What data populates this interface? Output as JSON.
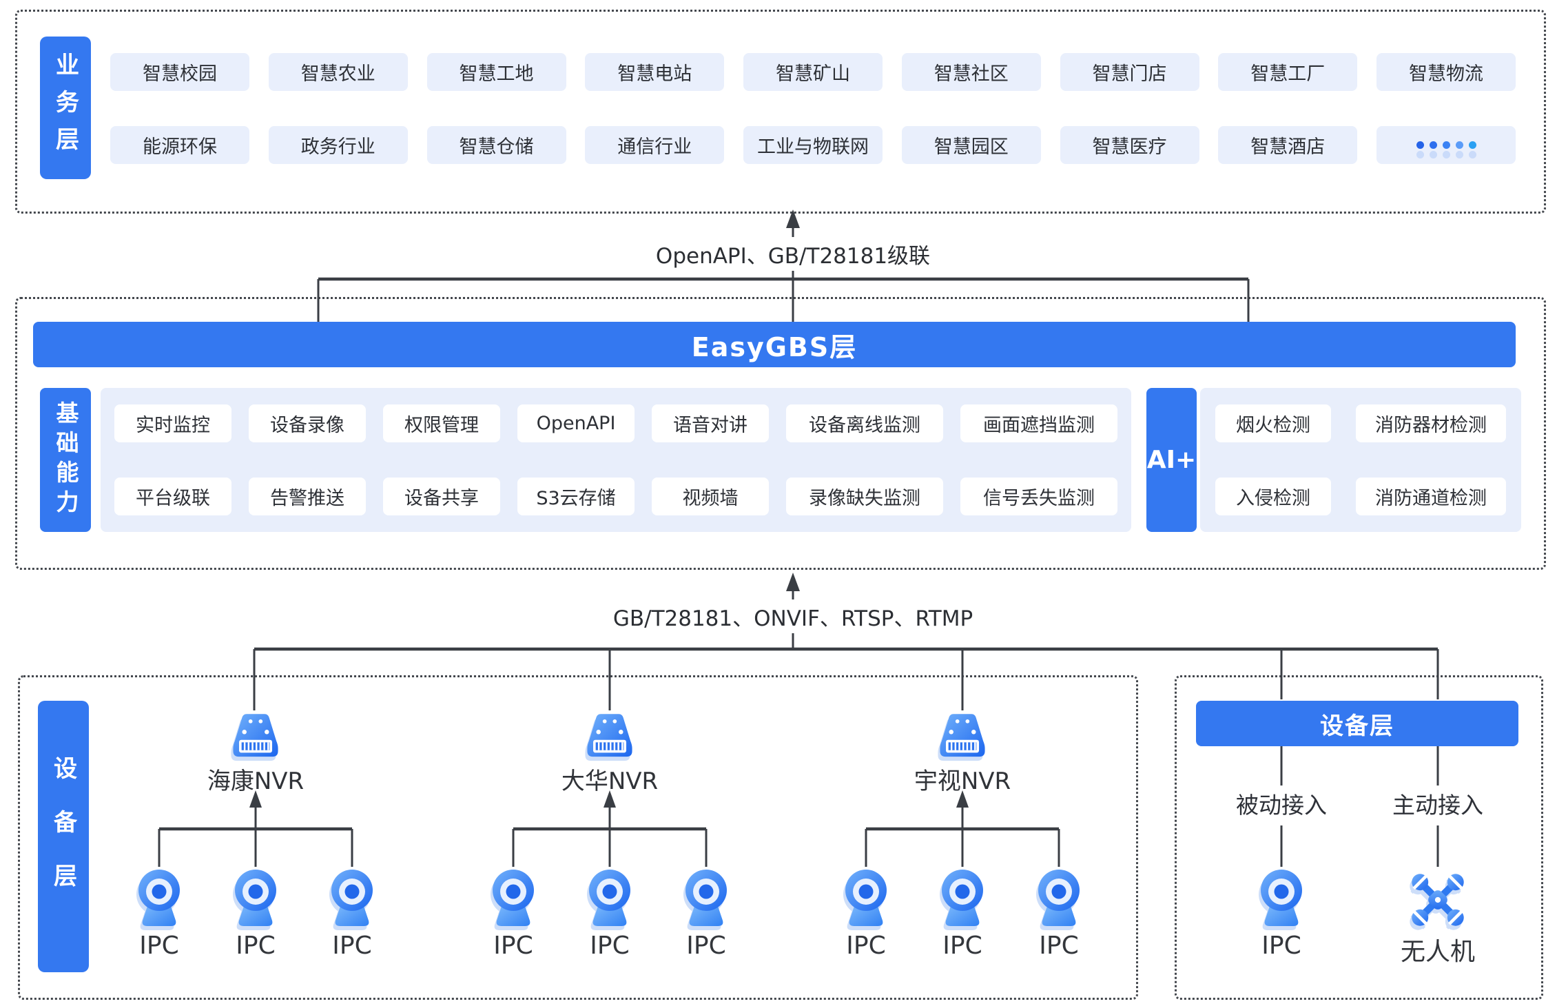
{
  "colors": {
    "primary_blue": "#3478f0",
    "chip_light_blue": "#e9effc",
    "panel_light_blue": "#e8eefb",
    "chip_white": "#ffffff",
    "text_dark": "#2d3036",
    "line_dark": "#3a3e44"
  },
  "business_layer": {
    "label": "业务层",
    "row1": [
      "智慧校园",
      "智慧农业",
      "智慧工地",
      "智慧电站",
      "智慧矿山",
      "智慧社区",
      "智慧门店",
      "智慧工厂",
      "智慧物流"
    ],
    "row2": [
      "能源环保",
      "政务行业",
      "智慧仓储",
      "通信行业",
      "工业与物联网",
      "智慧园区",
      "智慧医疗",
      "智慧酒店",
      "•••••"
    ]
  },
  "top_connector": {
    "label": "OpenAPI、GB/T28181级联"
  },
  "easygbs": {
    "title": "EasyGBS层"
  },
  "capabilities": {
    "label": "基础能力",
    "row1": [
      "实时监控",
      "设备录像",
      "权限管理",
      "OpenAPI",
      "语音对讲",
      "设备离线监测",
      "画面遮挡监测"
    ],
    "row2": [
      "平台级联",
      "告警推送",
      "设备共享",
      "S3云存储",
      "视频墙",
      "录像缺失监测",
      "信号丢失监测"
    ]
  },
  "ai": {
    "label": "AI+",
    "row1": [
      "烟火检测",
      "消防器材检测"
    ],
    "row2": [
      "入侵检测",
      "消防通道检测"
    ]
  },
  "bottom_connector": {
    "label": "GB/T28181、ONVIF、RTSP、RTMP"
  },
  "device_layer": {
    "label": "设备层",
    "nvr_groups": [
      {
        "name": "海康NVR",
        "icon": "nvr-recorder-icon",
        "cameras": [
          "IPC",
          "IPC",
          "IPC"
        ]
      },
      {
        "name": "大华NVR",
        "icon": "nvr-recorder-icon",
        "cameras": [
          "IPC",
          "IPC",
          "IPC"
        ]
      },
      {
        "name": "宇视NVR",
        "icon": "nvr-recorder-icon",
        "cameras": [
          "IPC",
          "IPC",
          "IPC"
        ]
      }
    ]
  },
  "access_panel": {
    "title": "设备层",
    "items": [
      {
        "mode": "被动接入",
        "device": "IPC",
        "icon": "ipc-camera-icon"
      },
      {
        "mode": "主动接入",
        "device": "无人机",
        "icon": "drone-icon"
      }
    ]
  }
}
